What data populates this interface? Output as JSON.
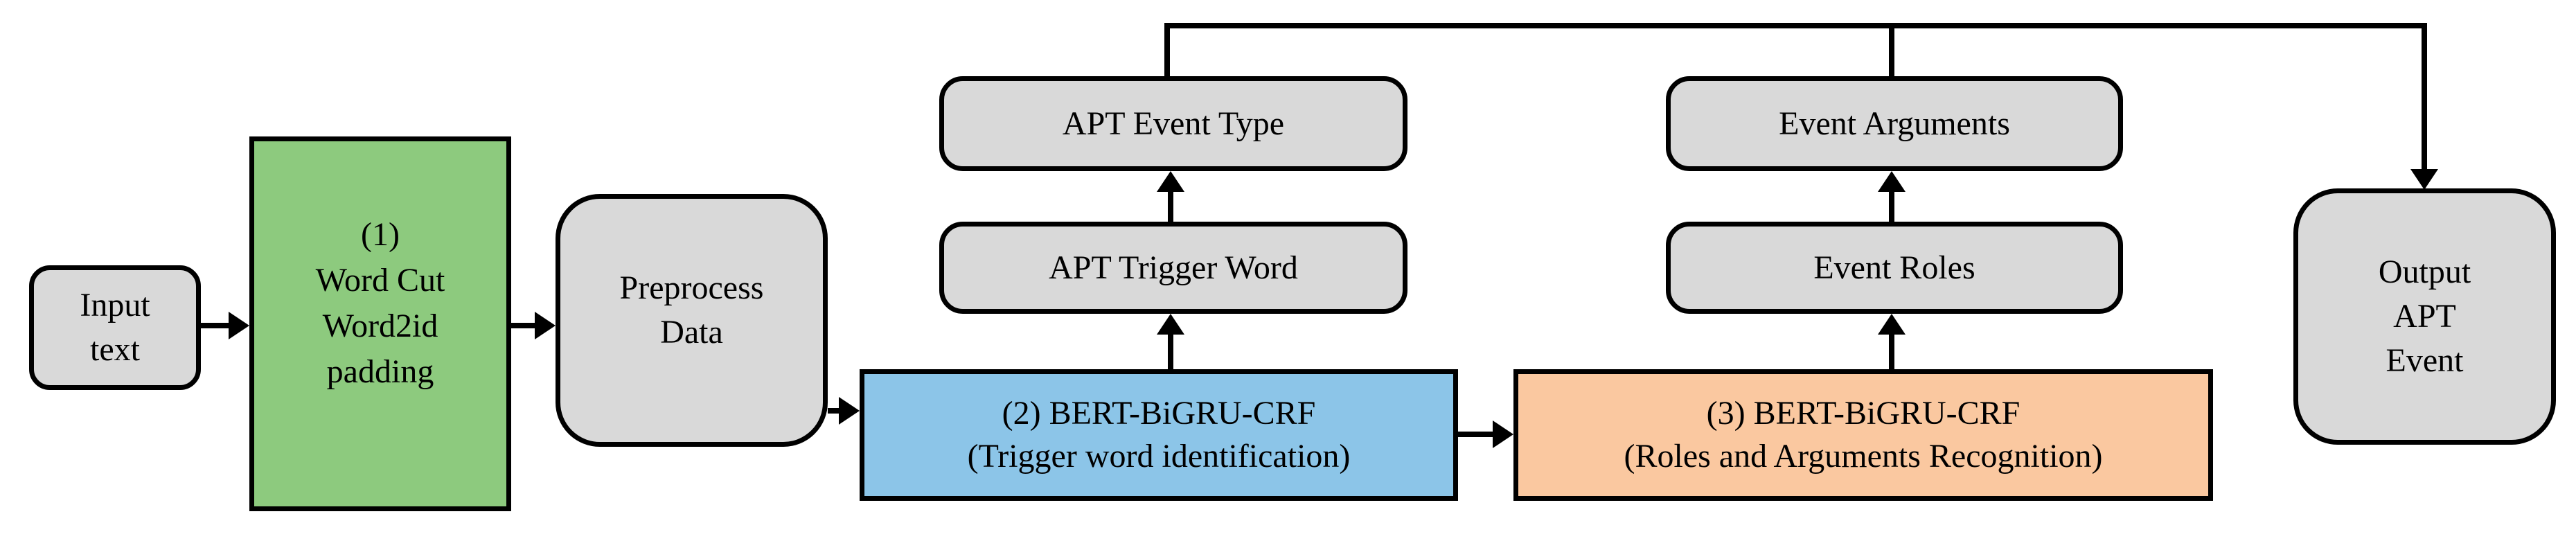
{
  "diagram": {
    "description": "APT event extraction pipeline flowchart",
    "colors": {
      "node_gray": "#D9D9D9",
      "stage1_green": "#8DCA7E",
      "stage2_blue": "#8CC5E8",
      "stage3_orange": "#FAC8A0",
      "line_black": "#000000",
      "background": "#FFFFFF"
    },
    "nodes": {
      "input_text": {
        "line1": "Input",
        "line2": "text"
      },
      "stage1": {
        "line1": "(1)",
        "line2": "Word Cut",
        "line3": "Word2id",
        "line4": "padding"
      },
      "preprocess": {
        "line1": "Preprocess",
        "line2": "Data"
      },
      "stage2": {
        "line1": "(2) BERT-BiGRU-CRF",
        "line2": "(Trigger word identification)"
      },
      "stage3": {
        "line1": "(3) BERT-BiGRU-CRF",
        "line2": "(Roles and Arguments Recognition)"
      },
      "apt_event_type": {
        "label": "APT Event Type"
      },
      "apt_trigger_word": {
        "label": "APT Trigger Word"
      },
      "event_arguments": {
        "label": "Event Arguments"
      },
      "event_roles": {
        "label": "Event Roles"
      },
      "output_apt_event": {
        "line1": "Output",
        "line2": "APT",
        "line3": "Event"
      }
    }
  }
}
